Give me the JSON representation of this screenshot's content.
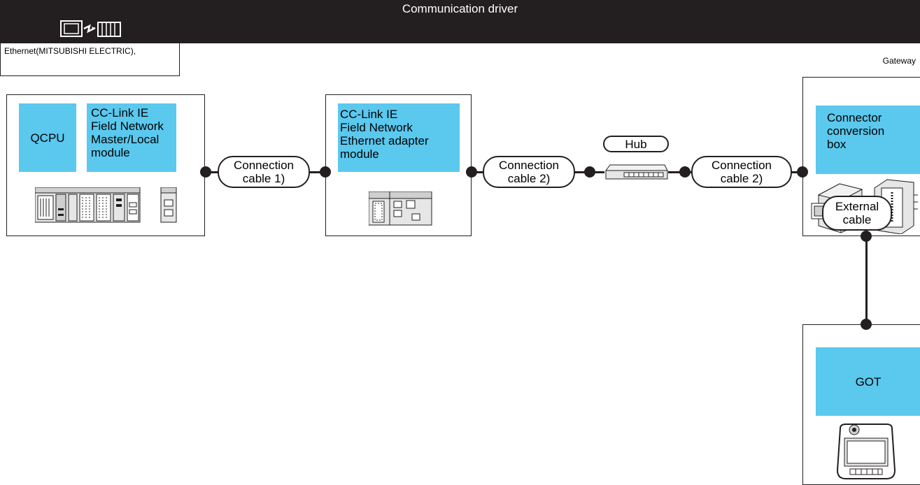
{
  "driver": {
    "title": "Communication driver",
    "line1": "Ethernet(MITSUBISHI ELECTRIC),",
    "line2": "Gateway"
  },
  "plc_panel": {
    "cpu_label": "QCPU",
    "module_label_lines": [
      "CC-Link IE",
      "Field Network",
      "Master/Local",
      "module"
    ]
  },
  "adapter_panel": {
    "label_lines": [
      "CC-Link IE",
      "Field Network",
      "Ethernet adapter",
      "module"
    ]
  },
  "cable1": {
    "line1": "Connection",
    "line2": "cable 1)"
  },
  "cable2a": {
    "line1": "Connection",
    "line2": "cable 2)"
  },
  "cable2b": {
    "line1": "Connection",
    "line2": "cable 2)"
  },
  "hub": {
    "label": "Hub"
  },
  "connector_box": {
    "label_lines": [
      "Connector",
      "conversion",
      "box"
    ]
  },
  "external_cable": {
    "line1": "External",
    "line2": "cable"
  },
  "got": {
    "label": "GOT"
  },
  "colors": {
    "accent": "#5bc8ee",
    "line": "#231f20"
  }
}
